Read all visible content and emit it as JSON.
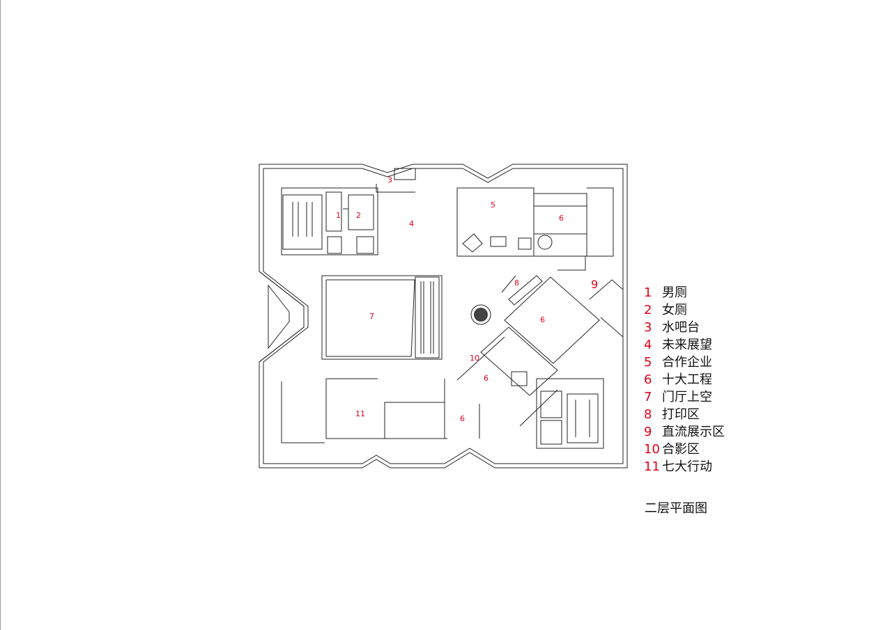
{
  "plan_labels": [
    "1",
    "2",
    "3",
    "4",
    "5",
    "6",
    "7",
    "8",
    "9",
    "10",
    "11"
  ],
  "legend": [
    {
      "num": "1",
      "label": "男厕"
    },
    {
      "num": "2",
      "label": "女厕"
    },
    {
      "num": "3",
      "label": "水吧台"
    },
    {
      "num": "4",
      "label": "未来展望"
    },
    {
      "num": "5",
      "label": "合作企业"
    },
    {
      "num": "6",
      "label": "十大工程"
    },
    {
      "num": "7",
      "label": "门厅上空"
    },
    {
      "num": "8",
      "label": "打印区"
    },
    {
      "num": "9",
      "label": "直流展示区"
    },
    {
      "num": "10",
      "label": "合影区"
    },
    {
      "num": "11",
      "label": "七大行动"
    }
  ],
  "caption": "二层平面图",
  "colors": {
    "label_red": "#e0001a",
    "line": "#222222",
    "text": "#111111"
  }
}
